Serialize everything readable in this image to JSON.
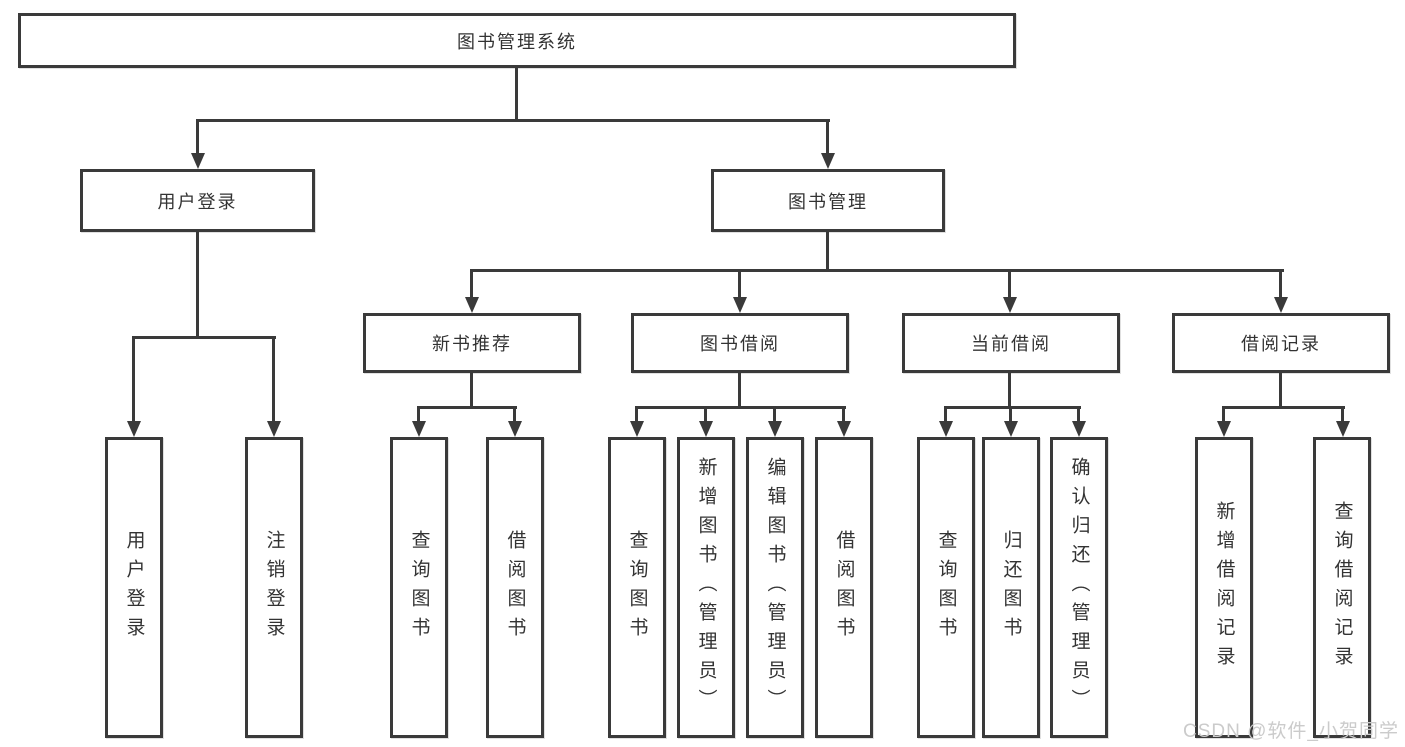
{
  "tree": {
    "root": "图书管理系统",
    "branches": [
      {
        "label": "用户登录",
        "children": [
          "用户登录",
          "注销登录"
        ]
      },
      {
        "label": "图书管理",
        "sections": [
          {
            "label": "新书推荐",
            "children": [
              "查询图书",
              "借阅图书"
            ]
          },
          {
            "label": "图书借阅",
            "children": [
              "查询图书",
              "新增图书（管理员）",
              "编辑图书（管理员）",
              "借阅图书"
            ]
          },
          {
            "label": "当前借阅",
            "children": [
              "查询图书",
              "归还图书",
              "确认归还（管理员）"
            ]
          },
          {
            "label": "借阅记录",
            "children": [
              "新增借阅记录",
              "查询借阅记录"
            ]
          }
        ]
      }
    ]
  },
  "watermark": "CSDN @软件_小贺同学",
  "colors": {
    "line": "#3a3a3a",
    "text": "#333333",
    "watermark": "#cbcbcb",
    "background": "#ffffff"
  }
}
